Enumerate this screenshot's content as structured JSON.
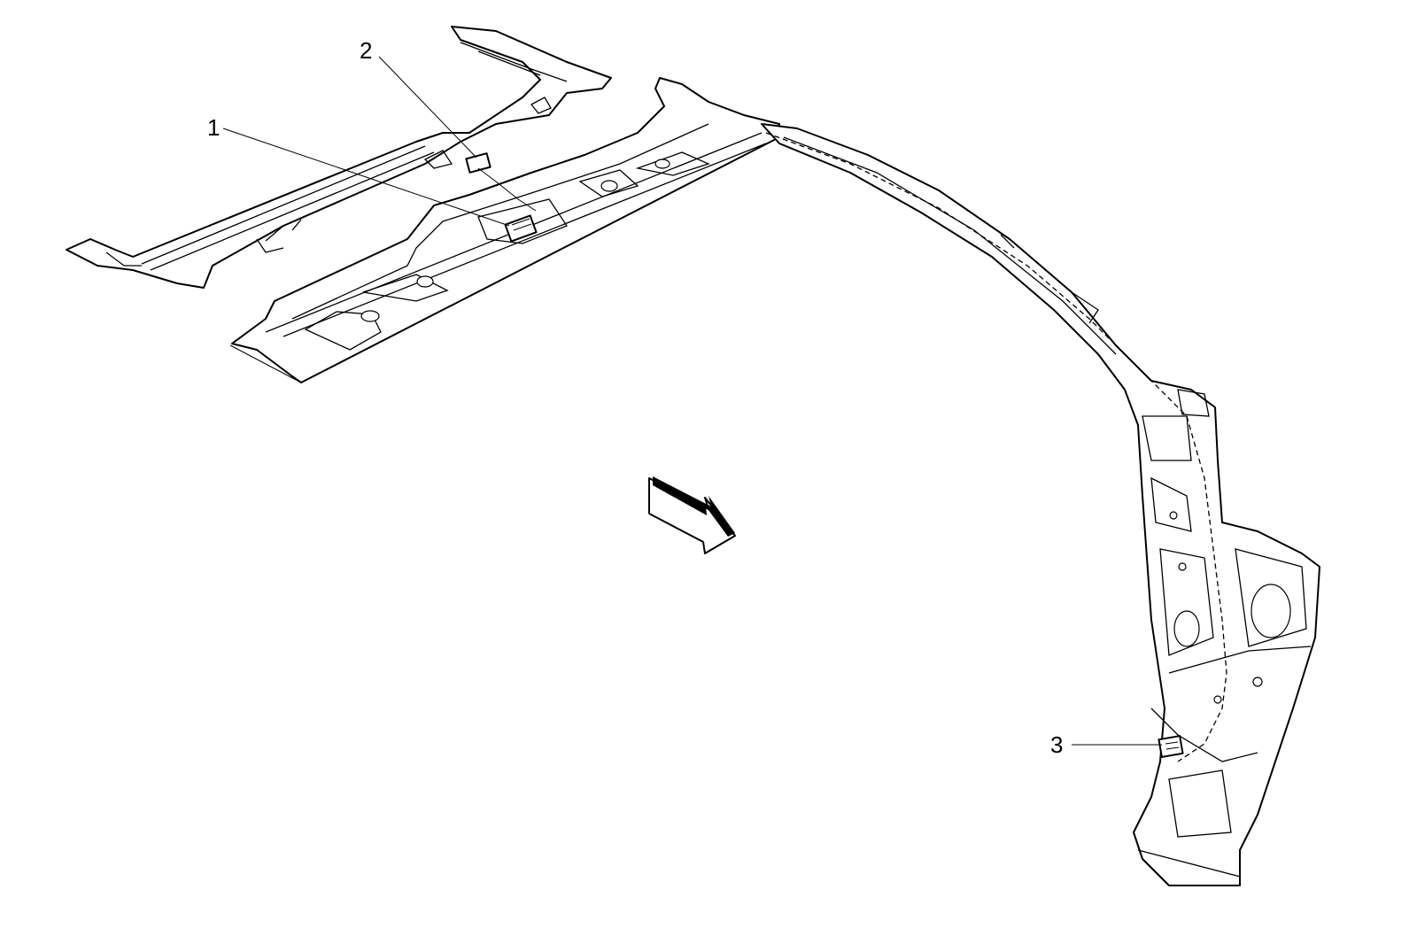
{
  "callouts": {
    "c1": "1",
    "c2": "2",
    "c3": "3"
  },
  "colors": {
    "ink": "#000000",
    "background": "#ffffff"
  },
  "icons": {
    "direction_arrow": "front-direction-arrow-icon"
  }
}
